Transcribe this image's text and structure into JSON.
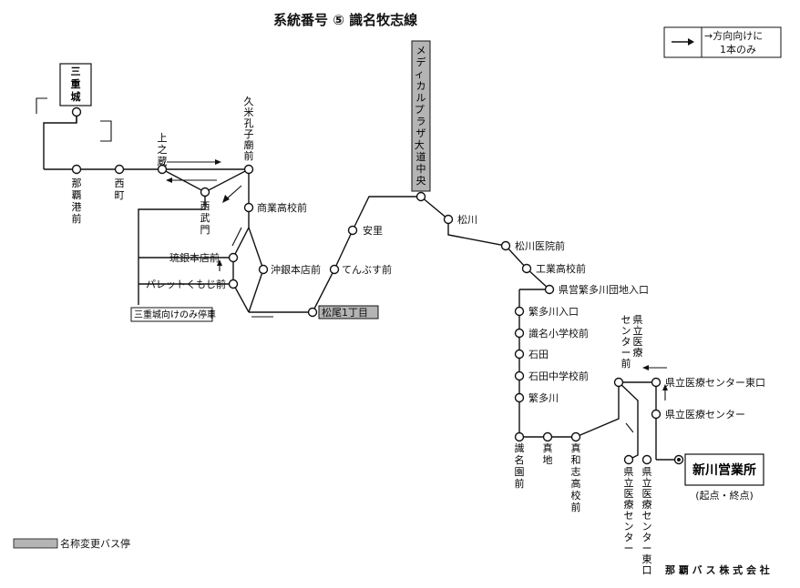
{
  "title": "系統番号 ⑤ 識名牧志線",
  "legend_direction": {
    "line1": "→方向向けに",
    "line2": "1本のみ"
  },
  "legend_renamed": "名称変更バス停",
  "company": "那 覇 バ ス 株 式 会 社",
  "terminal": {
    "name": "新川営業所",
    "note": "(起点・終点)"
  },
  "stops": {
    "mie": "三重城",
    "nahako": "那覇港前",
    "nishimachi": "西町",
    "kaminokura": "上之蔵",
    "nishitake": "西武門",
    "kume": "久米孔子廟前",
    "shogyo": "商業高校前",
    "ryugin": "琉銀本店前",
    "palette": "パレットくもじ前",
    "okigin": "沖銀本店前",
    "tenbusu": "てんぶす前",
    "matsuo": "松尾1丁目",
    "asato": "安里",
    "medical": "メディカルプラザ大道中央",
    "matsukawa": "松川",
    "matsukawa_hosp": "松川医院前",
    "kogyo": "工業高校前",
    "kenei": "県営繁多川団地入口",
    "hantagawa_iri": "繁多川入口",
    "shikina_sho": "識名小学校前",
    "ishida": "石田",
    "ishida_chu": "石田中学校前",
    "hantagawa": "繁多川",
    "shikinaen": "識名園前",
    "maji": "真地",
    "majikoko": "真和志高校前",
    "center_mae": "県立医療センター前",
    "center_higashi_guchi": "県立医療センター東口",
    "center": "県立医療センター",
    "center_v": "県立医療センター",
    "center_east_v": "県立医療センター東口"
  },
  "mie_only_note": "三重城向けのみ停車",
  "colors": {
    "renamed_fill": "#b4b4b4",
    "line": "#111111"
  }
}
